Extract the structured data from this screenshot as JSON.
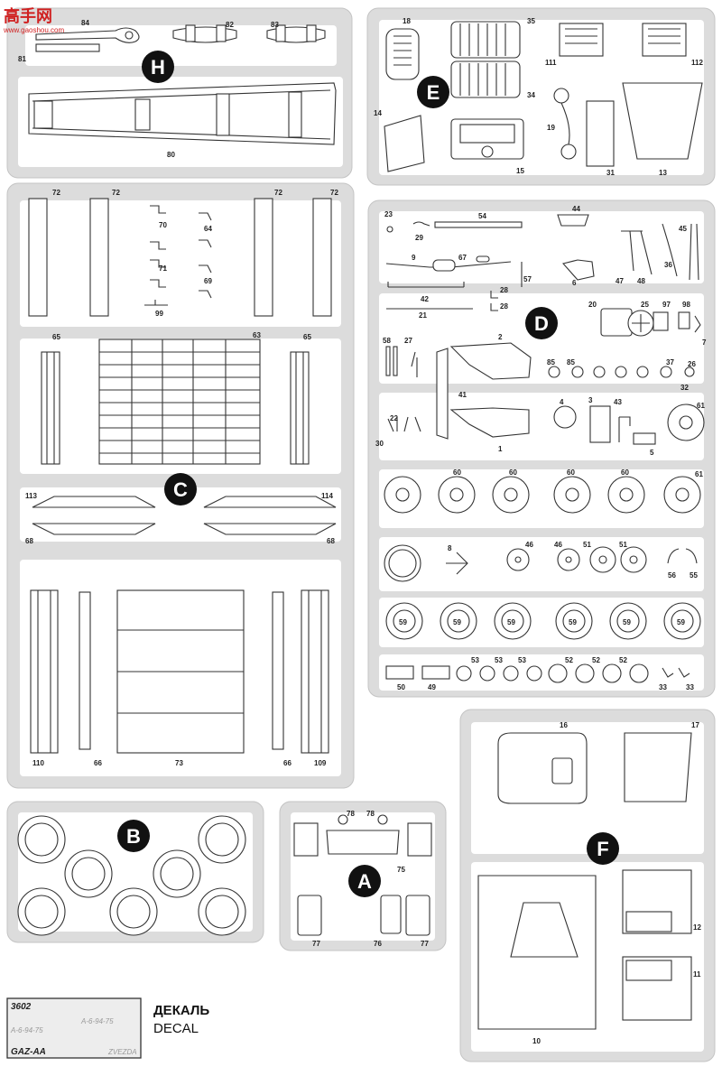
{
  "watermark": {
    "chars": "高手网",
    "url": "www.gaoshou.com"
  },
  "sprues": [
    {
      "letter": "H",
      "parts": [
        "84",
        "82",
        "83",
        "81",
        "80"
      ]
    },
    {
      "letter": "E",
      "parts": [
        "18",
        "35",
        "34",
        "14",
        "15",
        "111",
        "112",
        "19",
        "31",
        "13"
      ]
    },
    {
      "letter": "C",
      "parts": [
        "72",
        "72",
        "72",
        "72",
        "70",
        "64",
        "71",
        "69",
        "99",
        "65",
        "63",
        "65",
        "113",
        "114",
        "68",
        "68",
        "110",
        "66",
        "73",
        "66",
        "109"
      ]
    },
    {
      "letter": "D",
      "parts": [
        "23",
        "29",
        "54",
        "44",
        "45",
        "9",
        "67",
        "57",
        "47",
        "48",
        "36",
        "42",
        "28",
        "28",
        "6",
        "21",
        "20",
        "25",
        "97",
        "98",
        "7",
        "58",
        "27",
        "2",
        "85",
        "85",
        "37",
        "26",
        "32",
        "41",
        "22",
        "4",
        "3",
        "43",
        "61",
        "30",
        "1",
        "5",
        "60",
        "60",
        "60",
        "60",
        "61",
        "46",
        "46",
        "51",
        "51",
        "8",
        "56",
        "55",
        "59",
        "59",
        "59",
        "59",
        "59",
        "59",
        "53",
        "53",
        "53",
        "52",
        "52",
        "52",
        "50",
        "49",
        "33",
        "33"
      ]
    },
    {
      "letter": "F",
      "parts": [
        "16",
        "17",
        "12",
        "11",
        "10"
      ]
    },
    {
      "letter": "B",
      "parts": []
    },
    {
      "letter": "A",
      "parts": [
        "78",
        "78",
        "75",
        "77",
        "76",
        "77"
      ]
    }
  ],
  "decal": {
    "title_ru": "ДЕКАЛЬ",
    "title_en": "DECAL",
    "kit_number": "3602",
    "model": "GAZ-AA",
    "plate_1": "А-6-94-75",
    "plate_2": "А-6-94-75",
    "brand": "ZVEZDA"
  },
  "colors": {
    "sprue": "#dcdcdc",
    "outline": "#333333",
    "letter_badge": "#111111",
    "watermark": "#d02020"
  }
}
